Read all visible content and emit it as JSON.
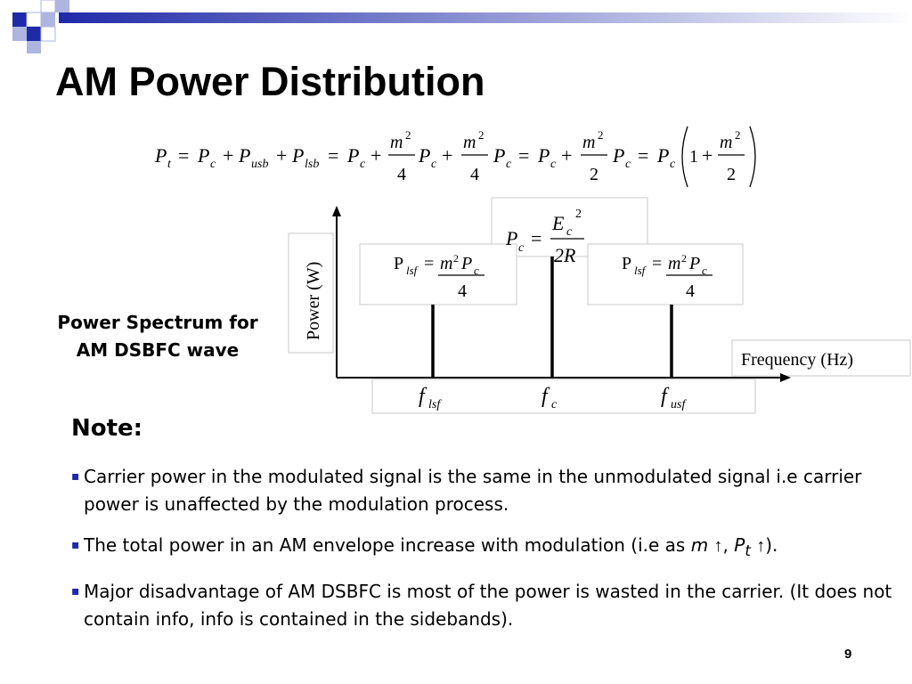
{
  "slide": {
    "title": "AM Power Distribution",
    "page_number": "9"
  },
  "equation_total": {
    "lhs": "P",
    "lhs_sub": "t",
    "m_squared": "m",
    "exp": "2",
    "denom_4": "4",
    "denom_2": "2",
    "one": "1",
    "p": "P",
    "sub_c": "c",
    "sub_usb": "usb",
    "sub_lsb": "lsb",
    "eq": "=",
    "plus": "+"
  },
  "diagram": {
    "y_axis_label": "Power (W)",
    "x_axis_label": "Frequency (Hz)",
    "carrier_formula": {
      "p": "P",
      "sub": "c",
      "eq": "=",
      "num_e": "E",
      "num_sub": "c",
      "num_exp": "2",
      "den": "2R"
    },
    "lsf_formula": {
      "p": "P",
      "sub": "lsf",
      "eq": "=",
      "m": "m",
      "exp": "2",
      "pc": "P",
      "pc_sub": "c",
      "den": "4"
    },
    "usf_formula": {
      "p": "P",
      "sub": "lsf",
      "eq": "=",
      "m": "m",
      "exp": "2",
      "pc": "P",
      "pc_sub": "c",
      "den": "4"
    },
    "freq_labels": [
      {
        "f": "f",
        "sub": "lsf"
      },
      {
        "f": "f",
        "sub": "c"
      },
      {
        "f": "f",
        "sub": "usf"
      }
    ]
  },
  "caption": {
    "line1": "Power Spectrum for",
    "line2": "AM DSBFC wave"
  },
  "note": {
    "heading": "Note:",
    "bullet_symbol": "▪",
    "bullets": [
      {
        "text": "Carrier power in the modulated signal is the same in the unmodulated signal i.e carrier power is unaffected by the modulation process."
      },
      {
        "text_a": "The total power in an AM envelope increase with modulation (i.e as ",
        "m": "m",
        "arrow": "↑",
        "comma": ", ",
        "p": "P",
        "p_sub": "t",
        "arrow2": "↑",
        "end": ")."
      },
      {
        "text": "Major disadvantage of AM DSBFC is most of the power is wasted in the carrier. (It does not contain info, info is contained in the sidebands)."
      }
    ]
  },
  "colors": {
    "deco_blue": "#1f2aa8",
    "deco_light": "#aeb5e0",
    "box_border": "#c8c8c8",
    "line": "#000000"
  }
}
